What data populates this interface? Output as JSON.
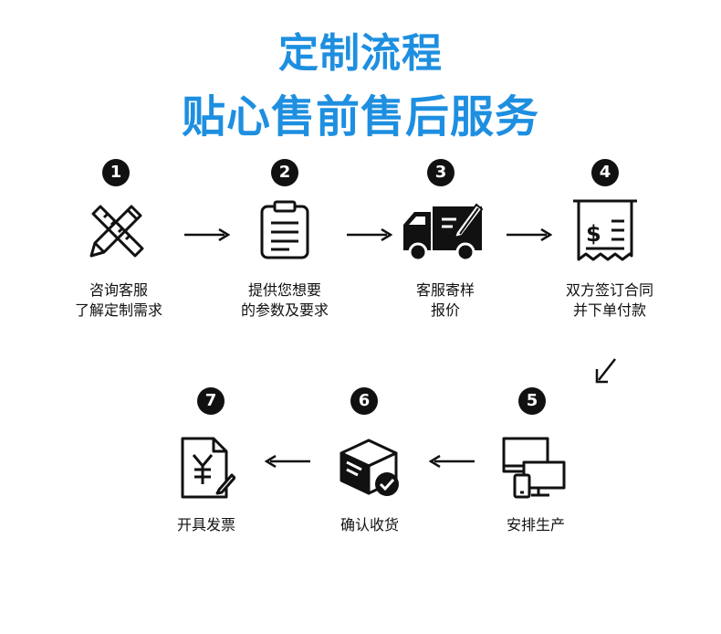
{
  "title": "定制流程",
  "subtitle": "贴心售前售后服务",
  "steps": [
    {
      "num": "1",
      "icon": "pencil-ruler-icon",
      "line1": "咨询客服",
      "line2": "了解定制需求"
    },
    {
      "num": "2",
      "icon": "clipboard-icon",
      "line1": "提供您想要",
      "line2": "的参数及要求"
    },
    {
      "num": "3",
      "icon": "delivery-truck-icon",
      "line1": "客服寄样",
      "line2": "报价"
    },
    {
      "num": "4",
      "icon": "receipt-icon",
      "line1": "双方签订合同",
      "line2": "并下单付款"
    },
    {
      "num": "5",
      "icon": "devices-production-icon",
      "line1": "安排生产"
    },
    {
      "num": "6",
      "icon": "package-check-icon",
      "line1": "确认收货"
    },
    {
      "num": "7",
      "icon": "invoice-yen-icon",
      "line1": "开具发票"
    }
  ],
  "colors": {
    "accent": "#1e8fe0",
    "ink": "#111111"
  }
}
